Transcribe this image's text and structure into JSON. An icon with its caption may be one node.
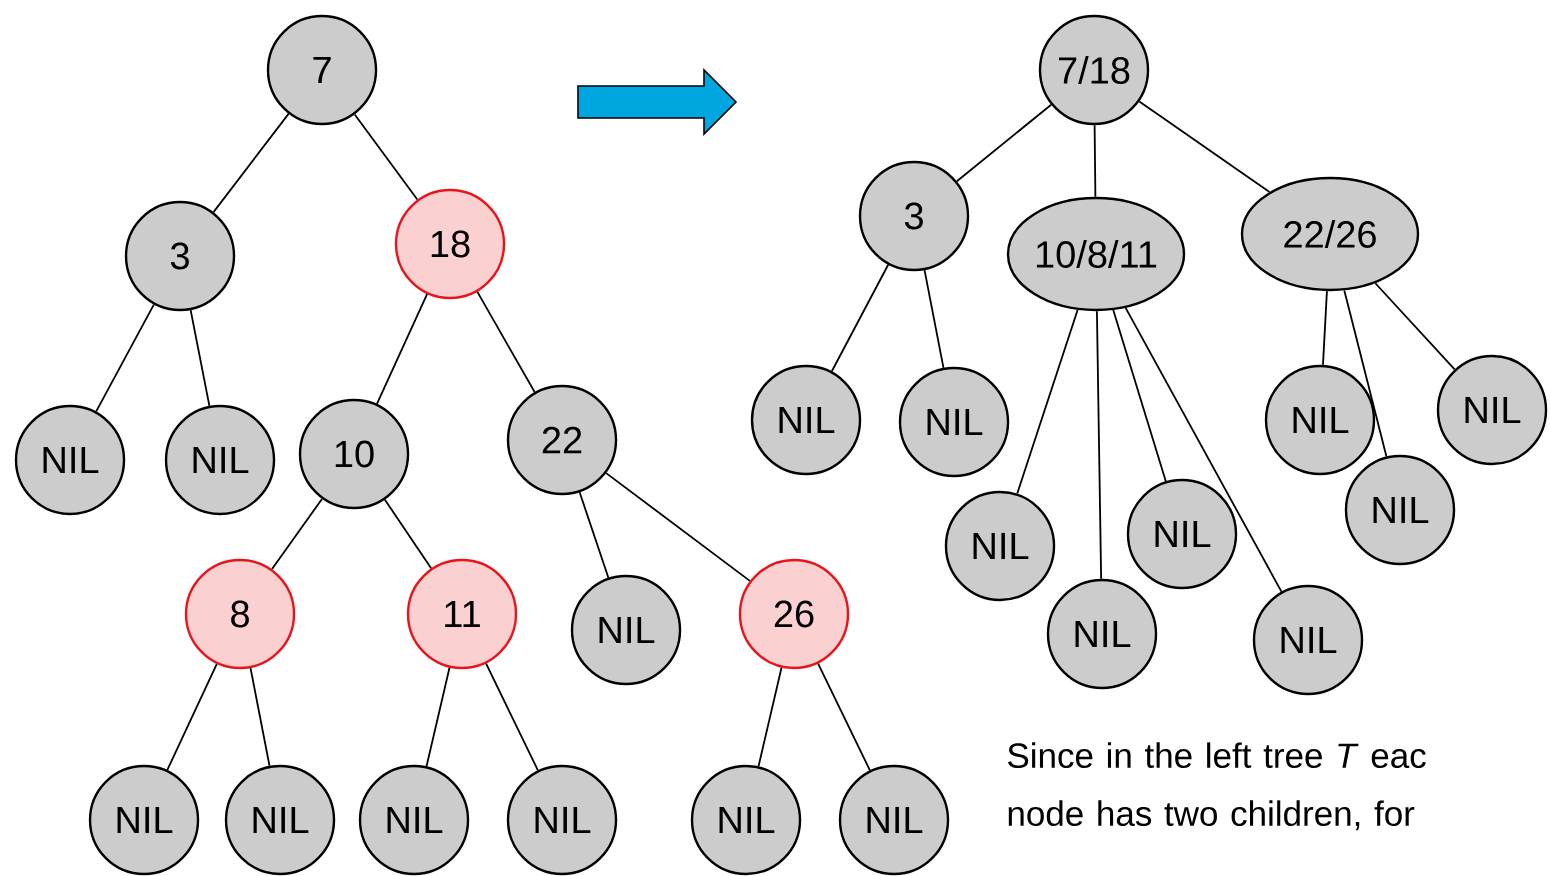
{
  "diagram": {
    "nodes": [
      {
        "text": [
          "7"
        ]
      },
      {
        "text": [
          "3"
        ]
      },
      {
        "text": [
          "18"
        ]
      },
      {
        "text": [
          "NIL"
        ]
      },
      {
        "text": [
          "NIL"
        ]
      },
      {
        "text": [
          "10"
        ]
      },
      {
        "text": [
          "22"
        ]
      },
      {
        "text": [
          "8"
        ]
      },
      {
        "text": [
          "11"
        ]
      },
      {
        "text": [
          "NIL"
        ]
      },
      {
        "text": [
          "26"
        ]
      },
      {
        "text": [
          "NIL"
        ]
      },
      {
        "text": [
          "NIL"
        ]
      },
      {
        "text": [
          "NIL"
        ]
      },
      {
        "text": [
          "NIL"
        ]
      },
      {
        "text": [
          "NIL"
        ]
      },
      {
        "text": [
          "NIL"
        ]
      },
      {
        "text": [
          "7/18"
        ]
      },
      {
        "text": [
          "3"
        ]
      },
      {
        "text": [
          "10/8/11"
        ]
      },
      {
        "text": [
          "22/26"
        ]
      },
      {
        "text": [
          "NIL"
        ]
      },
      {
        "text": [
          "NIL"
        ]
      },
      {
        "text": [
          "NIL"
        ]
      },
      {
        "text": [
          "NIL"
        ]
      },
      {
        "text": [
          "NIL"
        ]
      },
      {
        "text": [
          "NIL"
        ]
      },
      {
        "text": [
          "NIL"
        ]
      },
      {
        "text": [
          "NIL"
        ]
      },
      {
        "text": [
          "NIL"
        ]
      }
    ],
    "edges": [
      {
        "from": 0,
        "to": 1,
        "arrow": "none"
      },
      {
        "from": 0,
        "to": 2,
        "arrow": "none"
      },
      {
        "from": 1,
        "to": 3,
        "arrow": "none"
      },
      {
        "from": 1,
        "to": 4,
        "arrow": "none"
      },
      {
        "from": 2,
        "to": 5,
        "arrow": "none"
      },
      {
        "from": 2,
        "to": 6,
        "arrow": "none"
      },
      {
        "from": 5,
        "to": 7,
        "arrow": "none"
      },
      {
        "from": 5,
        "to": 8,
        "arrow": "none"
      },
      {
        "from": 6,
        "to": 9,
        "arrow": "none"
      },
      {
        "from": 6,
        "to": 10,
        "arrow": "none"
      },
      {
        "from": 7,
        "to": 11,
        "arrow": "none"
      },
      {
        "from": 7,
        "to": 12,
        "arrow": "none"
      },
      {
        "from": 8,
        "to": 13,
        "arrow": "none"
      },
      {
        "from": 8,
        "to": 14,
        "arrow": "none"
      },
      {
        "from": 10,
        "to": 15,
        "arrow": "none"
      },
      {
        "from": 10,
        "to": 16,
        "arrow": "none"
      },
      {
        "from": 17,
        "to": 18,
        "arrow": "none"
      },
      {
        "from": 17,
        "to": 19,
        "arrow": "none"
      },
      {
        "from": 17,
        "to": 20,
        "arrow": "none"
      },
      {
        "from": 18,
        "to": 21,
        "arrow": "none"
      },
      {
        "from": 18,
        "to": 22,
        "arrow": "none"
      },
      {
        "from": 19,
        "to": 23,
        "arrow": "none"
      },
      {
        "from": 19,
        "to": 24,
        "arrow": "none"
      },
      {
        "from": 19,
        "to": 25,
        "arrow": "none"
      },
      {
        "from": 19,
        "to": 26,
        "arrow": "none"
      },
      {
        "from": 20,
        "to": 27,
        "arrow": "none"
      },
      {
        "from": 20,
        "to": 28,
        "arrow": "none"
      },
      {
        "from": 20,
        "to": 29,
        "arrow": "none"
      }
    ],
    "labels": [
      "Since in the left tree *T* eac node has two children, for"
    ]
  }
}
